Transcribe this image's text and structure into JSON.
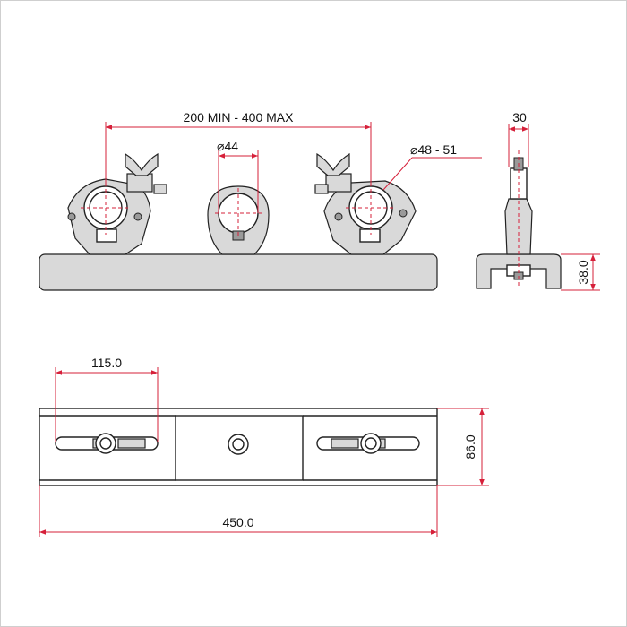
{
  "drawing": {
    "dimensions": {
      "clamp_spacing": "200 MIN - 400 MAX",
      "ring_diameter": "44",
      "tube_diameter": "48 - 51",
      "side_width": "30",
      "side_height": "38.0",
      "slot_length": "115.0",
      "plate_width": "86.0",
      "plate_length": "450.0"
    },
    "symbols": {
      "diameter": "⌀"
    },
    "colors": {
      "dimension_line": "#d6203a",
      "outline": "#222222",
      "fill_light": "#d9d9d9",
      "fill_dark": "#9a9a9a"
    }
  }
}
